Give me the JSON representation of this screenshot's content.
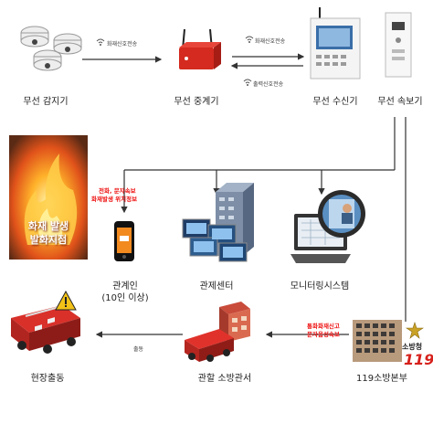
{
  "nodes": {
    "detector": "무선 감지기",
    "repeater": "무선 중계기",
    "receiver": "무선 수신기",
    "alarm": "무선 속보기",
    "stakeholder_line1": "관계인",
    "stakeholder_line2": "(10인 이상)",
    "control_center": "관제센터",
    "monitoring": "모니터링시스템",
    "fire_hq": "119소방본부",
    "local_station": "관할 소방관서",
    "dispatch": "현장출동",
    "fire_line1": "화재 발생",
    "fire_line2": "발화지점"
  },
  "signals": {
    "fire_signal_1": "화재신호전송",
    "fire_signal_2": "화재신호전송",
    "output_signal": "출력신호전송",
    "phone_line1": "전화, 문자속보",
    "phone_line2": "화재발생 위치정보",
    "report_line1": "통화화재신고",
    "report_line2": "문자음성속보",
    "dispatch_small": "출동"
  },
  "badge": {
    "agency": "소방청",
    "number": "119"
  },
  "colors": {
    "accent_red": "#e11d1d",
    "line": "#333333"
  },
  "icons": {
    "wifi": "wifi-icon",
    "warning": "warning-icon"
  }
}
